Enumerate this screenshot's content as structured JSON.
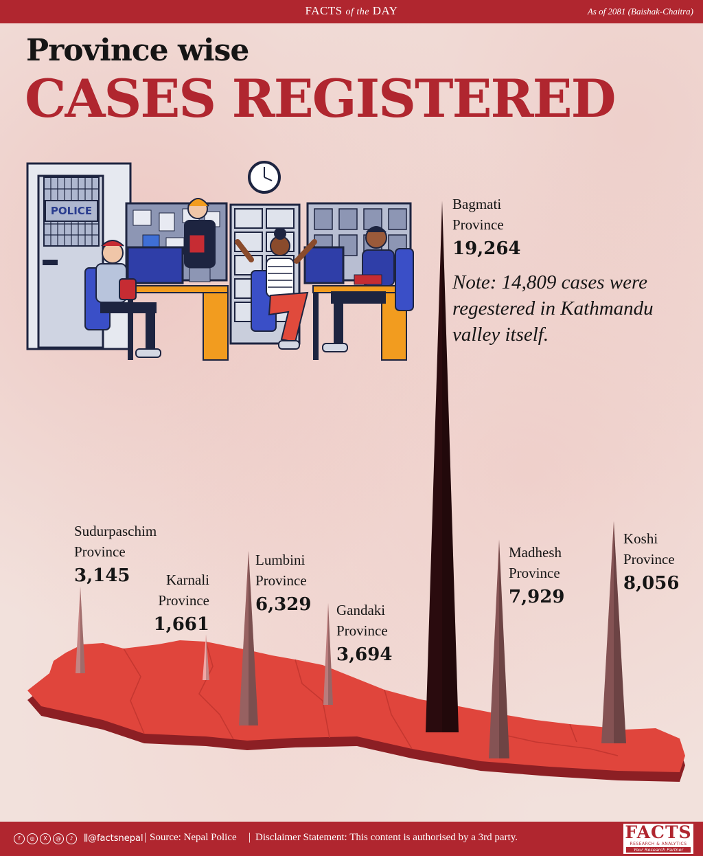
{
  "header": {
    "facts_prefix": "FACTS",
    "facts_of_the": "of the",
    "facts_suffix": "DAY",
    "as_of": "As of 2081 (Baishak-Chaitra)"
  },
  "title": {
    "line1": "Province wise",
    "line2": "CASES REGISTERED"
  },
  "illustration": {
    "door_sign": "POLICE"
  },
  "note": "Note: 14,809 cases were regestered in Kathmandu valley itself.",
  "footer": {
    "handle": "@factsnepal",
    "source": "Source: Nepal Police",
    "disclaimer": "Disclaimer Statement: This content is authorised by a 3rd party.",
    "logo_main": "FACTS",
    "logo_sub": "RESEARCH & ANALYTICS",
    "logo_tag": "Your Research Partner",
    "social_icons": [
      "facebook-icon",
      "instagram-icon",
      "x-icon",
      "threads-icon",
      "tiktok-icon"
    ]
  },
  "colors": {
    "brand_red": "#b0262f",
    "map_red": "#e0453c",
    "spike_dark": "#2a0b0e",
    "spike_light": "#f0a7a5"
  },
  "chart_data": {
    "type": "bar",
    "style": "spikes over province map",
    "categories": [
      "Sudurpaschim Province",
      "Karnali Province",
      "Lumbini Province",
      "Gandaki Province",
      "Bagmati Province",
      "Madhesh Province",
      "Koshi Province"
    ],
    "values": [
      3145,
      1661,
      6329,
      3694,
      19264,
      7929,
      8056
    ],
    "value_labels": [
      "3,145",
      "1,661",
      "6,329",
      "3,694",
      "19,264",
      "7,929",
      "8,056"
    ],
    "label_lines": [
      [
        "Sudurpaschim",
        "Province"
      ],
      [
        "Karnali",
        "Province"
      ],
      [
        "Lumbini",
        "Province"
      ],
      [
        "Gandaki",
        "Province"
      ],
      [
        "Bagmati",
        "Province"
      ],
      [
        "Madhesh",
        "Province"
      ],
      [
        "Koshi",
        "Province"
      ]
    ]
  }
}
